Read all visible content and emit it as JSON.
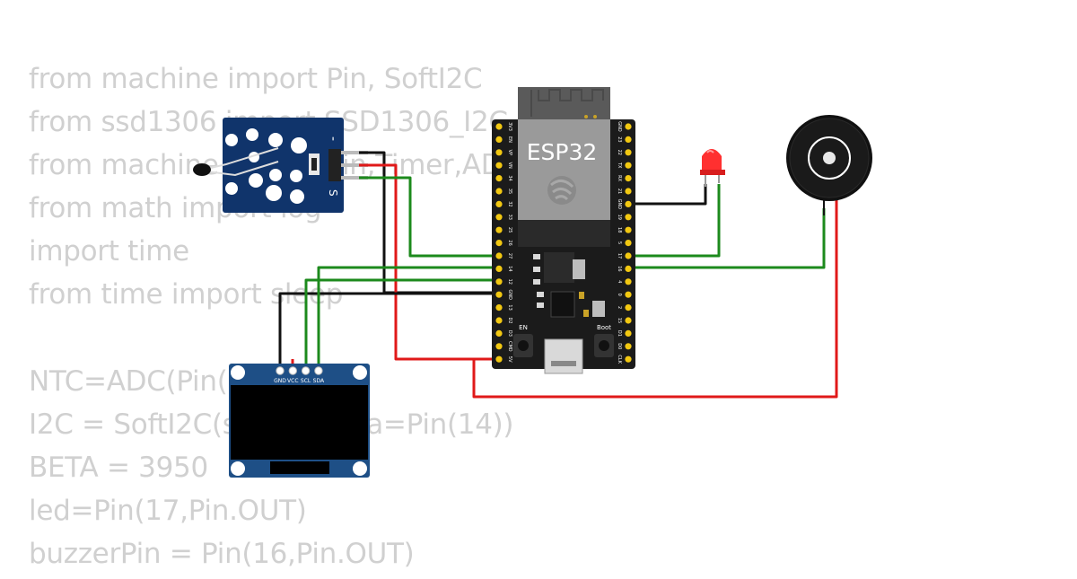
{
  "code_lines": [
    "from machine import Pin, SoftI2C",
    "from ssd1306 import SSD1306_I2C",
    "from machine import Pin,Timer,ADC",
    "from math import log",
    "import time",
    "from time import sleep",
    "",
    "NTC=ADC(Pin(2",
    "I2C = SoftI2C(sc",
    "BETA = 3950",
    "led=Pin(17,Pin.OUT)",
    "buzzerPin = Pin(16,Pin.OUT)"
  ],
  "code_line_tails": [
    "",
    "",
    "",
    "",
    "",
    "",
    "",
    "",
    "sda=Pin(14))",
    "",
    "",
    ""
  ],
  "esp32": {
    "label": "ESP32",
    "left_pins": [
      "3V3",
      "EN",
      "VP",
      "VN",
      "34",
      "35",
      "32",
      "33",
      "25",
      "26",
      "27",
      "14",
      "12",
      "GND",
      "13",
      "D2",
      "D3",
      "CMD",
      "5V"
    ],
    "right_pins": [
      "GND",
      "23",
      "22",
      "TX",
      "RX",
      "21",
      "GND",
      "19",
      "18",
      "5",
      "17",
      "16",
      "4",
      "0",
      "2",
      "15",
      "D1",
      "D0",
      "CLK"
    ],
    "button_en": "EN",
    "button_boot": "Boot"
  },
  "oled": {
    "pins": [
      "GND",
      "VCC",
      "SCL",
      "SDA"
    ]
  },
  "ntc_module": {
    "pin_minus": "-",
    "pin_s": "S"
  },
  "colors": {
    "green": "#1c8a1c",
    "red": "#e01919",
    "black": "#111111",
    "board": "#1b1b1b",
    "module_blue": "#10346b",
    "code": "#d0d0d0"
  }
}
